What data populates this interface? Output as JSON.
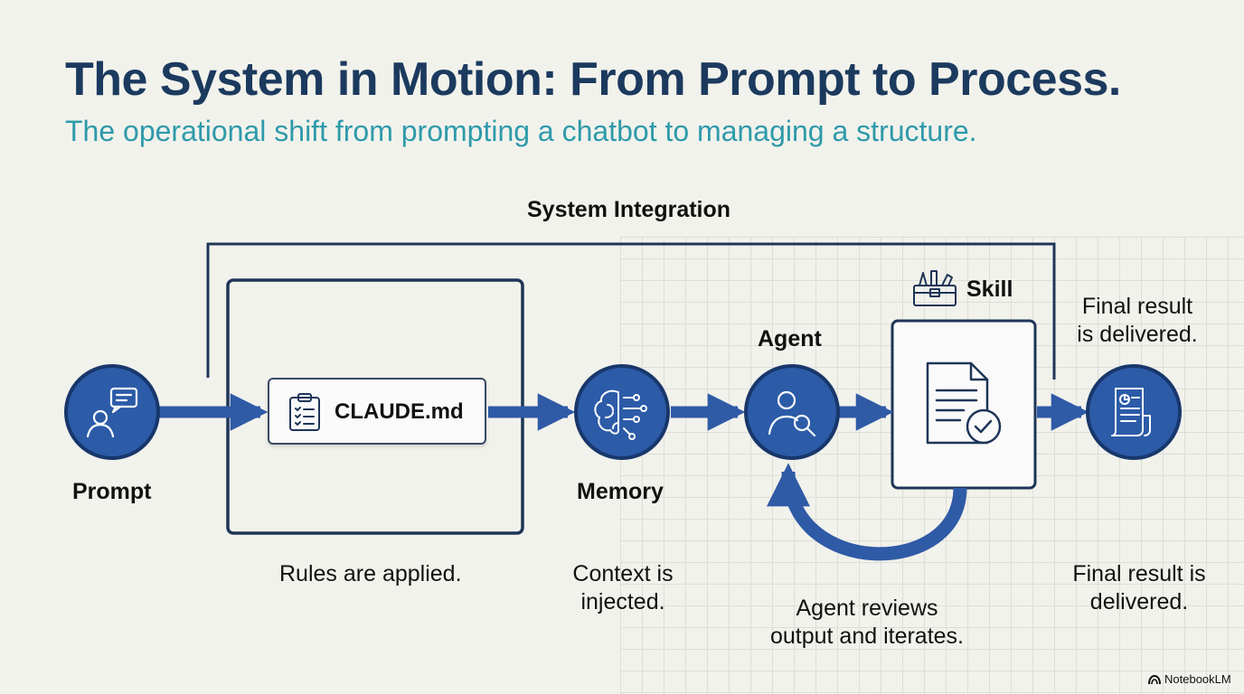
{
  "header": {
    "title": "The System in Motion: From Prompt to Process.",
    "subtitle": "The operational shift from prompting a chatbot to managing a structure."
  },
  "diagram": {
    "integration_label": "System Integration",
    "nodes": {
      "prompt": {
        "label": "Prompt",
        "icon": "user-chat-icon"
      },
      "claude": {
        "label": "CLAUDE.md",
        "icon": "clipboard-checklist-icon",
        "caption": "Rules are applied."
      },
      "memory": {
        "label": "Memory",
        "icon": "brain-circuit-icon",
        "caption_line1": "Context is",
        "caption_line2": "injected."
      },
      "agent": {
        "label": "Agent",
        "icon": "user-search-icon",
        "caption_line1": "Agent reviews",
        "caption_line2": "output and iterates."
      },
      "skill": {
        "label": "Skill",
        "icon": "toolbox-icon",
        "doc_icon": "document-check-icon"
      },
      "result": {
        "icon": "report-document-icon",
        "caption_top_line1": "Final result",
        "caption_top_line2": "is delivered.",
        "caption_bottom_line1": "Final result is",
        "caption_bottom_line2": "delivered."
      }
    },
    "colors": {
      "accent": "#2f5aa6",
      "node_fill": "#2c5ba8",
      "node_border": "#18376b",
      "frame": "#1e3557",
      "title": "#1b3a5e",
      "subtitle": "#2e9aaa"
    }
  },
  "branding": {
    "label": "NotebookLM"
  }
}
